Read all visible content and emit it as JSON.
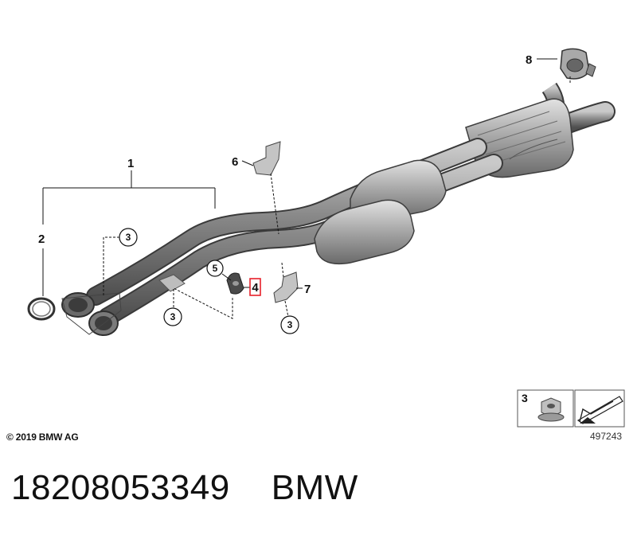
{
  "callouts": {
    "c1": "1",
    "c2": "2",
    "c3a": "3",
    "c3b": "3",
    "c3c": "3",
    "c4": "4",
    "c5": "5",
    "c6": "6",
    "c7": "7",
    "c8": "8"
  },
  "copyright": "© 2019 BMW AG",
  "legend": {
    "number": "3"
  },
  "diagram_number": "497243",
  "bottom": {
    "part_number": "18208053349",
    "brand": "BMW"
  },
  "colors": {
    "highlight": "#e8202a",
    "pipe": "#8c8c8c",
    "pipe_dark": "#4a4a4a"
  }
}
